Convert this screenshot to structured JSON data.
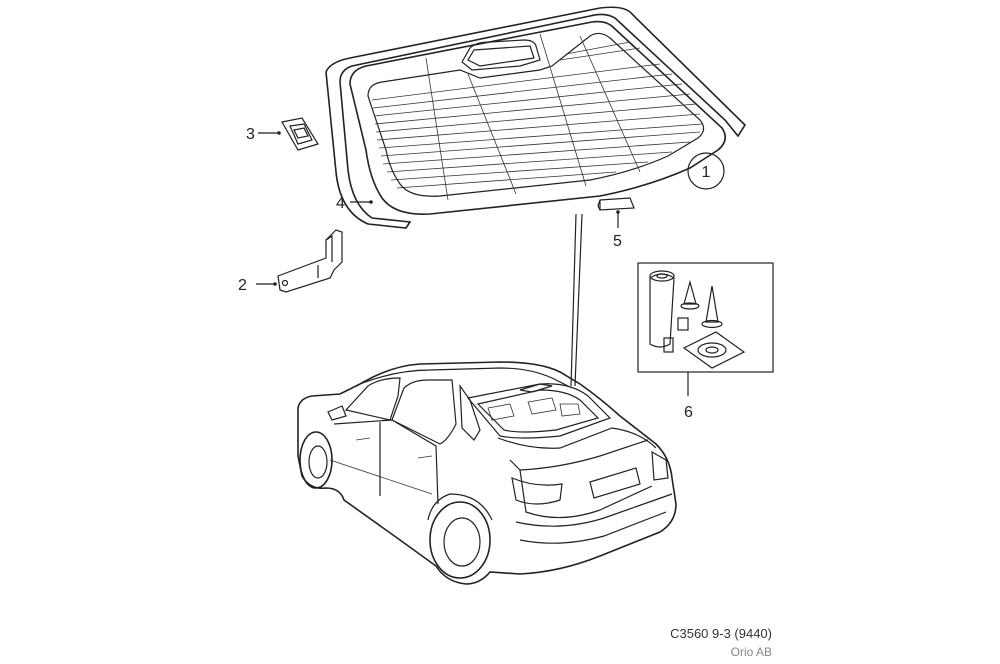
{
  "callouts": [
    "1",
    "2",
    "3",
    "4",
    "5",
    "6"
  ],
  "footer": {
    "code": "C3560 9-3 (9440)",
    "company": "Orio AB"
  },
  "colors": {
    "line": "#222222",
    "background": "#ffffff",
    "footer_muted": "#888888"
  }
}
